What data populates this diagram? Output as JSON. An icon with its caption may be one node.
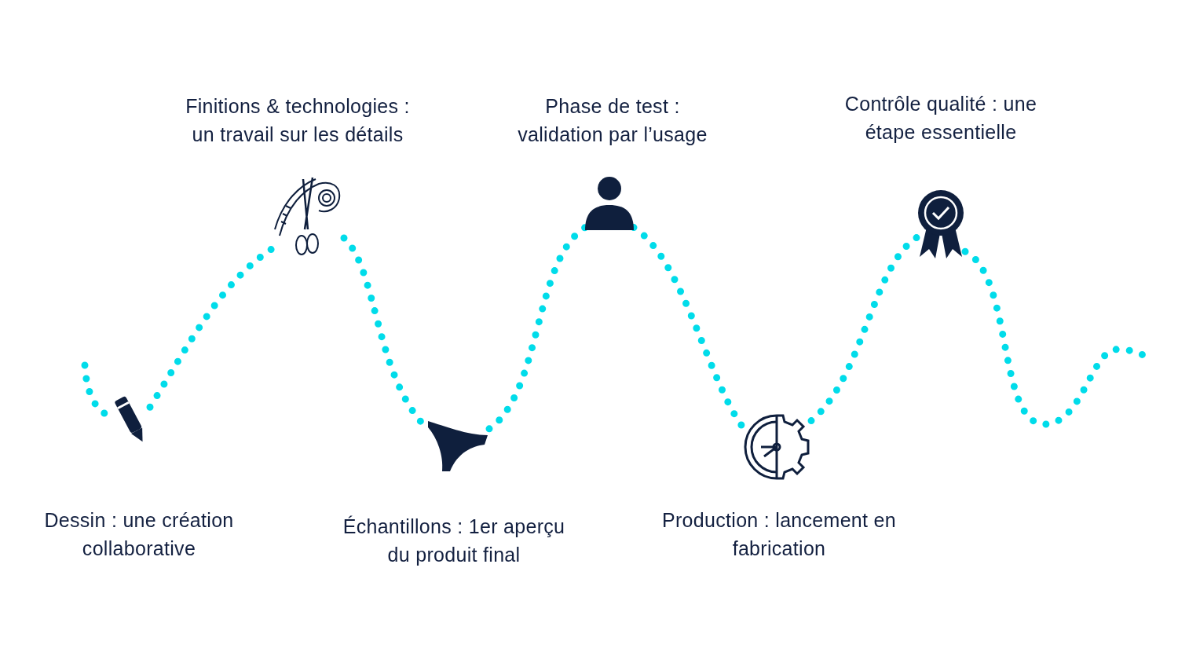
{
  "diagram": {
    "nodes": [
      {
        "text": [],
        "shape": "picture",
        "beside": [
          "Dessin : une création collaborative"
        ]
      },
      {
        "text": [],
        "shape": "picture",
        "beside": [
          "Finitions & technologies : un travail sur les détails"
        ]
      },
      {
        "text": [],
        "shape": "picture",
        "beside": [
          "Échantillons : 1er aperçu du produit final"
        ]
      },
      {
        "text": [],
        "shape": "picture",
        "beside": [
          "Phase de test : validation par l’usage"
        ]
      },
      {
        "text": [],
        "shape": "picture",
        "beside": [
          "Production : lancement en fabrication"
        ]
      },
      {
        "text": [],
        "shape": "picture",
        "beside": [
          "Contrôle qualité : une étape essentielle"
        ]
      }
    ],
    "edges": [
      {
        "from": null,
        "to": 0,
        "arrow": "none",
        "style": "dashed"
      },
      {
        "from": 0,
        "to": 1,
        "arrow": "none",
        "style": "dashed"
      },
      {
        "from": 1,
        "to": 2,
        "arrow": "none",
        "style": "dashed"
      },
      {
        "from": 2,
        "to": 3,
        "arrow": "none",
        "style": "dashed"
      },
      {
        "from": 3,
        "to": 4,
        "arrow": "none",
        "style": "dashed"
      },
      {
        "from": 4,
        "to": 5,
        "arrow": "none",
        "style": "dashed"
      },
      {
        "from": 5,
        "to": null,
        "arrow": "none",
        "style": "dashed"
      }
    ]
  }
}
